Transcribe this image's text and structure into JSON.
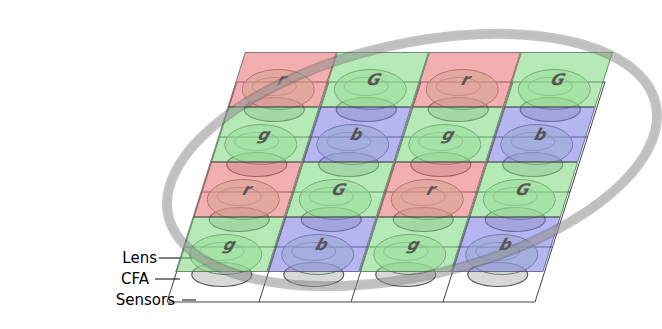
{
  "diagram": {
    "nodes": [
      {
        "text": [
          "r"
        ]
      },
      {
        "text": [
          "G"
        ]
      },
      {
        "text": [
          "r"
        ]
      },
      {
        "text": [
          "G"
        ]
      },
      {
        "text": [
          "g"
        ]
      },
      {
        "text": [
          "b"
        ]
      },
      {
        "text": [
          "g"
        ]
      },
      {
        "text": [
          "b"
        ]
      },
      {
        "text": [
          "r"
        ]
      },
      {
        "text": [
          "G"
        ]
      },
      {
        "text": [
          "r"
        ]
      },
      {
        "text": [
          "G"
        ]
      },
      {
        "text": [
          "g"
        ]
      },
      {
        "text": [
          "b"
        ]
      },
      {
        "text": [
          "g"
        ]
      },
      {
        "text": [
          "b"
        ]
      }
    ],
    "labels": [
      "Lens",
      "CFA",
      "Sensors"
    ]
  }
}
